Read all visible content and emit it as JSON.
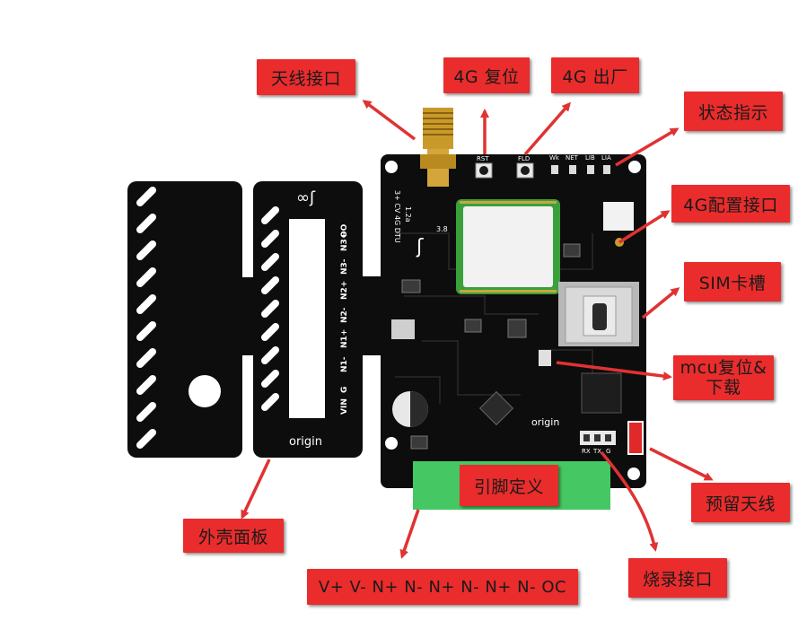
{
  "labels": {
    "antenna_port": "天线接口",
    "reset_4g": "4G 复位",
    "factory_4g": "4G 出厂",
    "status_indicator": "状态指示",
    "config_port_4g": "4G配置接口",
    "sim_slot": "SIM卡槽",
    "mcu_reset_line1": "mcu复位&",
    "mcu_reset_line2": "下载",
    "reserved_antenna": "预留天线",
    "flash_port": "烧录接口",
    "pin_definition": "引脚定义",
    "pin_list": "V+ V-  N+ N- N+ N- N+ N- OC",
    "enclosure_panel": "外壳面板"
  },
  "pcb_silkscreen": {
    "button_rst": "RST",
    "button_fld": "FLD",
    "led_labels": [
      "Wk",
      "NET",
      "LIB",
      "LIA"
    ],
    "board_name": "3+ CV 4G DTU",
    "version": "1.2a",
    "logo_number": "3.8",
    "brand": "origin",
    "uart_pins": [
      "RX",
      "TX",
      "G"
    ]
  },
  "panel_silkscreen": {
    "brand": "origin",
    "pins": [
      "VIN",
      "G",
      "N1-",
      "N1+",
      "N2-",
      "N2+",
      "N3-",
      "N3+",
      "OO"
    ]
  },
  "colors": {
    "label_bg": "#ea2c2c",
    "pcb": "#0d0d0d",
    "pin_header": "#45c863",
    "arrow": "#e03232",
    "module": "#3aa03c"
  }
}
